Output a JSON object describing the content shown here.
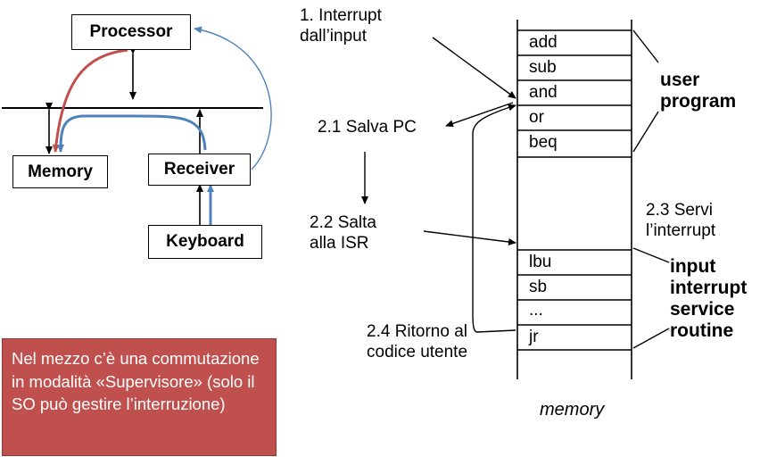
{
  "hardware": {
    "processor": "Processor",
    "memory": "Memory",
    "receiver": "Receiver",
    "keyboard": "Keyboard"
  },
  "steps": {
    "s1_line1": "1. Interrupt",
    "s1_line2": "dall’input",
    "s21": "2.1 Salva PC",
    "s22_line1": "2.2 Salta",
    "s22_line2": "alla ISR",
    "s23_line1": "2.3 Servi",
    "s23_line2": "l’interrupt",
    "s24_line1": "2.4 Ritorno al",
    "s24_line2": "codice utente"
  },
  "memory": {
    "user_instructions": [
      "add",
      "sub",
      "and",
      "or",
      "beq"
    ],
    "isr_instructions": [
      "lbu",
      "sb",
      "...",
      "jr"
    ],
    "caption": "memory"
  },
  "side_labels": {
    "user_line1": "user",
    "user_line2": "program",
    "isr_line1": "input",
    "isr_line2": "interrupt",
    "isr_line3": "service",
    "isr_line4": "routine"
  },
  "note": "Nel mezzo c’è una commutazione in modalità «Supervisore» (solo il SO può gestire l’interruzione)",
  "colors": {
    "red_path": "#c0504d",
    "blue_path": "#4f81bd",
    "note_bg": "#c0504d"
  }
}
